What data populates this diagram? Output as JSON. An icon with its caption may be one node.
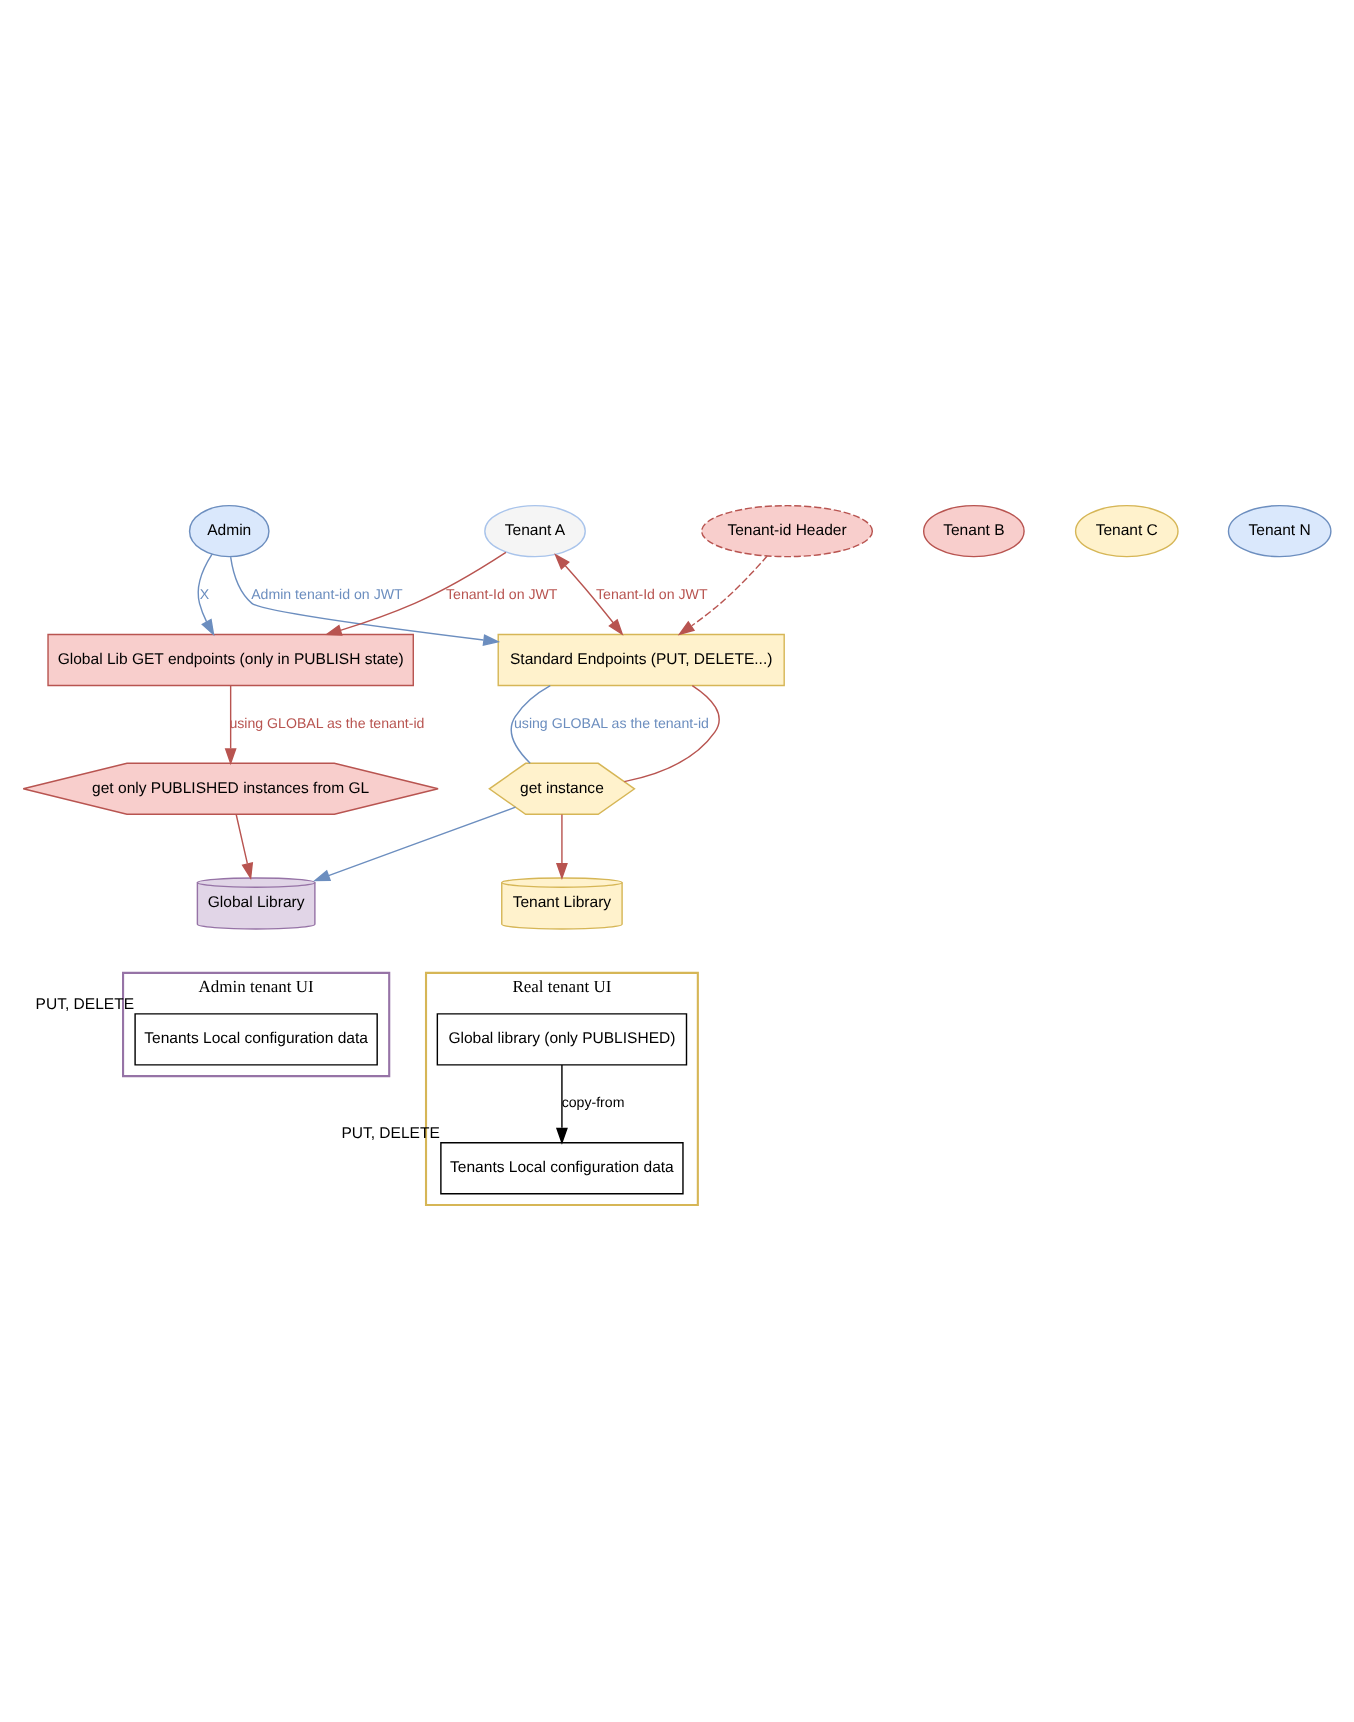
{
  "diagram": {
    "nodes": [
      {
        "text": [
          "Tenant-id Header"
        ]
      },
      {
        "text": [
          "Admin"
        ]
      },
      {
        "text": [
          "Tenant A"
        ]
      },
      {
        "text": [
          "Tenant B"
        ]
      },
      {
        "text": [
          "Tenant C"
        ]
      },
      {
        "text": [
          "Tenant N"
        ]
      },
      {
        "text": [
          "Global Lib GET endpoints (only in PUBLISH state)"
        ]
      },
      {
        "text": [
          "Standard Endpoints (PUT, DELETE...)"
        ]
      },
      {
        "text": [
          "get only PUBLISHED instances from GL"
        ]
      },
      {
        "text": [
          "get instance"
        ]
      },
      {
        "text": [
          "Global Library"
        ]
      },
      {
        "text": [
          "Tenant Library"
        ]
      },
      {
        "text": [
          "Admin tenant UI"
        ]
      },
      {
        "text": [
          "Tenants Local configuration data"
        ],
        "beside": [
          "PUT, DELETE"
        ],
        "in": 12
      },
      {
        "text": [
          "Real tenant UI"
        ]
      },
      {
        "text": [
          "Tenants Local configuration data"
        ],
        "beside": [
          "PUT, DELETE"
        ],
        "in": 14
      },
      {
        "text": [
          "Global library (only PUBLISHED)"
        ],
        "in": 14
      }
    ],
    "edges": [
      {
        "from": 0,
        "to": 7,
        "arrow": "to",
        "style": "dashed",
        "color": "#b85450"
      },
      {
        "from": 1,
        "to": 6,
        "arrow": "to",
        "label": "X",
        "color": "#6c8ebf"
      },
      {
        "from": 1,
        "to": 7,
        "arrow": "to",
        "label": "Admin tenant-id on JWT",
        "color": "#6c8ebf"
      },
      {
        "from": 2,
        "to": 6,
        "arrow": "to",
        "label": "Tenant-Id on JWT",
        "color": "#b85450"
      },
      {
        "from": 2,
        "to": 7,
        "arrow": "both",
        "label": "Tenant-Id on JWT",
        "color": "#b85450"
      },
      {
        "from": 6,
        "to": 8,
        "arrow": "to",
        "label": "using GLOBAL as the tenant-id",
        "color": "#b85450"
      },
      {
        "from": 7,
        "to": 9,
        "arrow": "none",
        "label": "using GLOBAL as the tenant-id",
        "color": "#6c8ebf"
      },
      {
        "from": 7,
        "to": 9,
        "arrow": "none",
        "color": "#b85450"
      },
      {
        "from": 9,
        "to": 10,
        "arrow": "to",
        "color": "#6c8ebf"
      },
      {
        "from": 8,
        "to": 10,
        "arrow": "to",
        "color": "#b85450"
      },
      {
        "from": 9,
        "to": 11,
        "arrow": "to",
        "color": "#b85450"
      },
      {
        "from": 16,
        "to": 15,
        "arrow": "to",
        "label": "copy-from",
        "color": "#000000"
      }
    ]
  }
}
